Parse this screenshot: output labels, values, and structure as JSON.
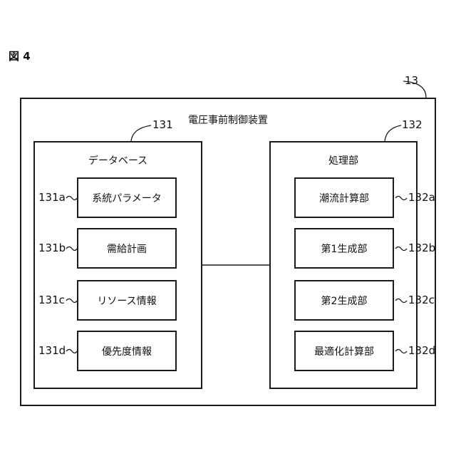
{
  "figure_label": "図 4",
  "device": {
    "ref": "13",
    "title": "電圧事前制御装置"
  },
  "database": {
    "ref": "131",
    "title": "データベース",
    "items": [
      {
        "ref": "131a",
        "label": "系統パラメータ"
      },
      {
        "ref": "131b",
        "label": "需給計画"
      },
      {
        "ref": "131c",
        "label": "リソース情報"
      },
      {
        "ref": "131d",
        "label": "優先度情報"
      }
    ]
  },
  "processing": {
    "ref": "132",
    "title": "処理部",
    "items": [
      {
        "ref": "132a",
        "label": "潮流計算部"
      },
      {
        "ref": "132b",
        "label": "第1生成部"
      },
      {
        "ref": "132c",
        "label": "第2生成部"
      },
      {
        "ref": "132d",
        "label": "最適化計算部"
      }
    ]
  }
}
